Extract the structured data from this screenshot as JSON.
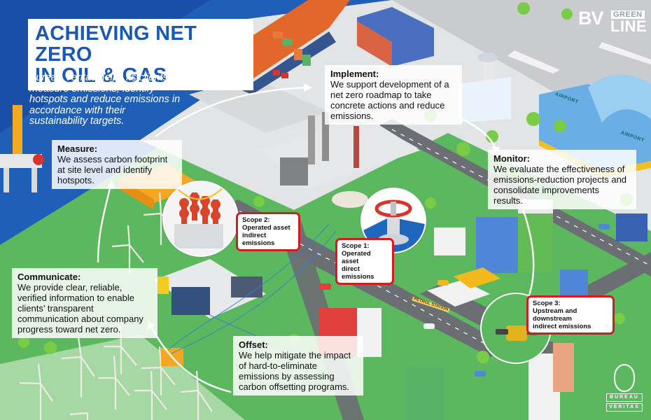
{
  "header": {
    "title_line1": "ACHIEVING NET ZERO",
    "title_line2": "IN OIL & GAS",
    "intro": "Bureau Veritas helps its clients to measure emissions, identify hotspots and reduce emissions in accordance with their sustainability targets."
  },
  "brand": {
    "logo_bv": "BV",
    "logo_green": "GREEN",
    "logo_line": "LINE",
    "seal_word1": "BUREAU",
    "seal_word2": "VERITAS"
  },
  "steps": {
    "measure": {
      "title": "Measure:",
      "body": "We assess carbon footprint at site level and identify hotspots."
    },
    "implement": {
      "title": "Implement:",
      "body": "We support development of a net zero roadmap to take concrete actions and reduce emissions."
    },
    "monitor": {
      "title": "Monitor:",
      "body": "We evaluate the effectiveness of emissions-reduction projects and consolidate improvements results."
    },
    "communicate": {
      "title": "Communicate:",
      "body": "We provide clear, reliable, verified information to enable clients’ transparent communication about company progress toward net zero."
    },
    "offset": {
      "title": "Offset:",
      "body": "We help mitigate the impact of hard-to-eliminate emissions by assessing carbon offsetting programs."
    }
  },
  "scopes": {
    "scope1": {
      "title": "Scope 1:",
      "line1": "Operated asset",
      "line2": "direct emissions"
    },
    "scope2": {
      "title": "Scope 2:",
      "line1": "Operated asset",
      "line2": "indirect emissions"
    },
    "scope3": {
      "title": "Scope 3:",
      "line1": "Upstream and downstream",
      "line2": "indirect emissions"
    }
  },
  "map_labels": {
    "airport_1": "AIRPORT",
    "airport_2": "AIRPORT",
    "petrol_station": "PETROL STATION"
  },
  "colors": {
    "sea_blue": "#1a58b5",
    "title_blue": "#1a58b5",
    "grass_green": "#5cb85f",
    "scope_red": "#d71920",
    "road_gray": "#6b6e73",
    "pavement": "#e3e4e6"
  }
}
